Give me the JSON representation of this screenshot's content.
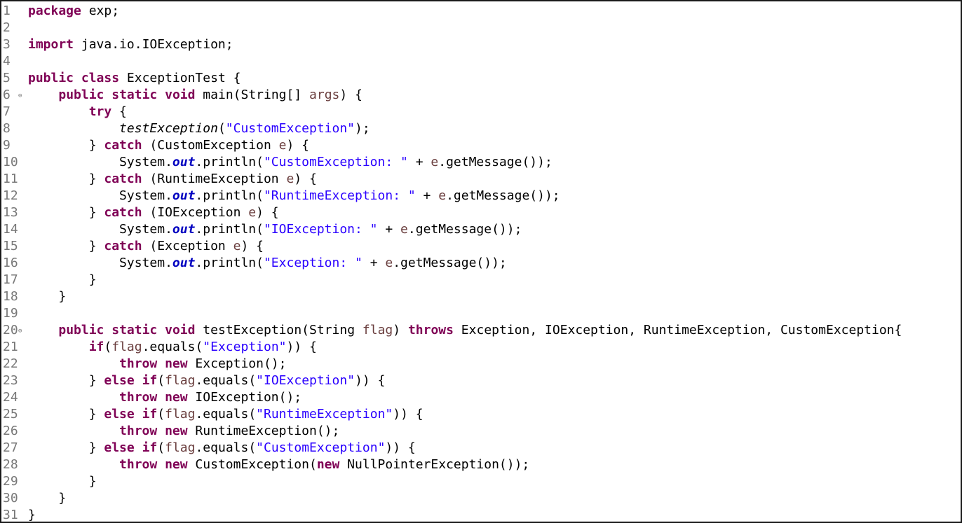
{
  "editor": {
    "fold_marker": "⊖",
    "lines": [
      {
        "n": "1",
        "fold": false,
        "tokens": [
          {
            "t": "kw",
            "v": "package"
          },
          {
            "t": "p",
            "v": " exp;"
          }
        ]
      },
      {
        "n": "2",
        "fold": false,
        "tokens": []
      },
      {
        "n": "3",
        "fold": false,
        "tokens": [
          {
            "t": "kw",
            "v": "import"
          },
          {
            "t": "p",
            "v": " java.io.IOException;"
          }
        ]
      },
      {
        "n": "4",
        "fold": false,
        "tokens": []
      },
      {
        "n": "5",
        "fold": false,
        "tokens": [
          {
            "t": "kw",
            "v": "public"
          },
          {
            "t": "p",
            "v": " "
          },
          {
            "t": "kw",
            "v": "class"
          },
          {
            "t": "p",
            "v": " ExceptionTest {"
          }
        ]
      },
      {
        "n": "6",
        "fold": true,
        "tokens": [
          {
            "t": "p",
            "v": "    "
          },
          {
            "t": "kw",
            "v": "public"
          },
          {
            "t": "p",
            "v": " "
          },
          {
            "t": "kw",
            "v": "static"
          },
          {
            "t": "p",
            "v": " "
          },
          {
            "t": "kw",
            "v": "void"
          },
          {
            "t": "p",
            "v": " main(String[] "
          },
          {
            "t": "param",
            "v": "args"
          },
          {
            "t": "p",
            "v": ") {"
          }
        ]
      },
      {
        "n": "7",
        "fold": false,
        "tokens": [
          {
            "t": "p",
            "v": "        "
          },
          {
            "t": "kw",
            "v": "try"
          },
          {
            "t": "p",
            "v": " {"
          }
        ]
      },
      {
        "n": "8",
        "fold": false,
        "tokens": [
          {
            "t": "p",
            "v": "            "
          },
          {
            "t": "ital",
            "v": "testException"
          },
          {
            "t": "p",
            "v": "("
          },
          {
            "t": "str",
            "v": "\"CustomException\""
          },
          {
            "t": "p",
            "v": ");"
          }
        ]
      },
      {
        "n": "9",
        "fold": false,
        "tokens": [
          {
            "t": "p",
            "v": "        } "
          },
          {
            "t": "kw",
            "v": "catch"
          },
          {
            "t": "p",
            "v": " (CustomException "
          },
          {
            "t": "param",
            "v": "e"
          },
          {
            "t": "p",
            "v": ") {"
          }
        ]
      },
      {
        "n": "10",
        "fold": false,
        "tokens": [
          {
            "t": "p",
            "v": "            System."
          },
          {
            "t": "field",
            "v": "out"
          },
          {
            "t": "p",
            "v": ".println("
          },
          {
            "t": "str",
            "v": "\"CustomException: \""
          },
          {
            "t": "p",
            "v": " + "
          },
          {
            "t": "param",
            "v": "e"
          },
          {
            "t": "p",
            "v": ".getMessage());"
          }
        ]
      },
      {
        "n": "11",
        "fold": false,
        "tokens": [
          {
            "t": "p",
            "v": "        } "
          },
          {
            "t": "kw",
            "v": "catch"
          },
          {
            "t": "p",
            "v": " (RuntimeException "
          },
          {
            "t": "param",
            "v": "e"
          },
          {
            "t": "p",
            "v": ") {"
          }
        ]
      },
      {
        "n": "12",
        "fold": false,
        "tokens": [
          {
            "t": "p",
            "v": "            System."
          },
          {
            "t": "field",
            "v": "out"
          },
          {
            "t": "p",
            "v": ".println("
          },
          {
            "t": "str",
            "v": "\"RuntimeException: \""
          },
          {
            "t": "p",
            "v": " + "
          },
          {
            "t": "param",
            "v": "e"
          },
          {
            "t": "p",
            "v": ".getMessage());"
          }
        ]
      },
      {
        "n": "13",
        "fold": false,
        "tokens": [
          {
            "t": "p",
            "v": "        } "
          },
          {
            "t": "kw",
            "v": "catch"
          },
          {
            "t": "p",
            "v": " (IOException "
          },
          {
            "t": "param",
            "v": "e"
          },
          {
            "t": "p",
            "v": ") {"
          }
        ]
      },
      {
        "n": "14",
        "fold": false,
        "tokens": [
          {
            "t": "p",
            "v": "            System."
          },
          {
            "t": "field",
            "v": "out"
          },
          {
            "t": "p",
            "v": ".println("
          },
          {
            "t": "str",
            "v": "\"IOException: \""
          },
          {
            "t": "p",
            "v": " + "
          },
          {
            "t": "param",
            "v": "e"
          },
          {
            "t": "p",
            "v": ".getMessage());"
          }
        ]
      },
      {
        "n": "15",
        "fold": false,
        "tokens": [
          {
            "t": "p",
            "v": "        } "
          },
          {
            "t": "kw",
            "v": "catch"
          },
          {
            "t": "p",
            "v": " (Exception "
          },
          {
            "t": "param",
            "v": "e"
          },
          {
            "t": "p",
            "v": ") {"
          }
        ]
      },
      {
        "n": "16",
        "fold": false,
        "tokens": [
          {
            "t": "p",
            "v": "            System."
          },
          {
            "t": "field",
            "v": "out"
          },
          {
            "t": "p",
            "v": ".println("
          },
          {
            "t": "str",
            "v": "\"Exception: \""
          },
          {
            "t": "p",
            "v": " + "
          },
          {
            "t": "param",
            "v": "e"
          },
          {
            "t": "p",
            "v": ".getMessage());"
          }
        ]
      },
      {
        "n": "17",
        "fold": false,
        "tokens": [
          {
            "t": "p",
            "v": "        }"
          }
        ]
      },
      {
        "n": "18",
        "fold": false,
        "tokens": [
          {
            "t": "p",
            "v": "    }"
          }
        ]
      },
      {
        "n": "19",
        "fold": false,
        "tokens": []
      },
      {
        "n": "20",
        "fold": true,
        "tokens": [
          {
            "t": "p",
            "v": "    "
          },
          {
            "t": "kw",
            "v": "public"
          },
          {
            "t": "p",
            "v": " "
          },
          {
            "t": "kw",
            "v": "static"
          },
          {
            "t": "p",
            "v": " "
          },
          {
            "t": "kw",
            "v": "void"
          },
          {
            "t": "p",
            "v": " testException(String "
          },
          {
            "t": "param",
            "v": "flag"
          },
          {
            "t": "p",
            "v": ") "
          },
          {
            "t": "kw",
            "v": "throws"
          },
          {
            "t": "p",
            "v": " Exception, IOException, RuntimeException, CustomException{"
          }
        ]
      },
      {
        "n": "21",
        "fold": false,
        "tokens": [
          {
            "t": "p",
            "v": "        "
          },
          {
            "t": "kw",
            "v": "if"
          },
          {
            "t": "p",
            "v": "("
          },
          {
            "t": "param",
            "v": "flag"
          },
          {
            "t": "p",
            "v": ".equals("
          },
          {
            "t": "str",
            "v": "\"Exception\""
          },
          {
            "t": "p",
            "v": ")) {"
          }
        ]
      },
      {
        "n": "22",
        "fold": false,
        "tokens": [
          {
            "t": "p",
            "v": "            "
          },
          {
            "t": "kw",
            "v": "throw"
          },
          {
            "t": "p",
            "v": " "
          },
          {
            "t": "kw",
            "v": "new"
          },
          {
            "t": "p",
            "v": " Exception();"
          }
        ]
      },
      {
        "n": "23",
        "fold": false,
        "tokens": [
          {
            "t": "p",
            "v": "        } "
          },
          {
            "t": "kw",
            "v": "else"
          },
          {
            "t": "p",
            "v": " "
          },
          {
            "t": "kw",
            "v": "if"
          },
          {
            "t": "p",
            "v": "("
          },
          {
            "t": "param",
            "v": "flag"
          },
          {
            "t": "p",
            "v": ".equals("
          },
          {
            "t": "str",
            "v": "\"IOException\""
          },
          {
            "t": "p",
            "v": ")) {"
          }
        ]
      },
      {
        "n": "24",
        "fold": false,
        "tokens": [
          {
            "t": "p",
            "v": "            "
          },
          {
            "t": "kw",
            "v": "throw"
          },
          {
            "t": "p",
            "v": " "
          },
          {
            "t": "kw",
            "v": "new"
          },
          {
            "t": "p",
            "v": " IOException();"
          }
        ]
      },
      {
        "n": "25",
        "fold": false,
        "tokens": [
          {
            "t": "p",
            "v": "        } "
          },
          {
            "t": "kw",
            "v": "else"
          },
          {
            "t": "p",
            "v": " "
          },
          {
            "t": "kw",
            "v": "if"
          },
          {
            "t": "p",
            "v": "("
          },
          {
            "t": "param",
            "v": "flag"
          },
          {
            "t": "p",
            "v": ".equals("
          },
          {
            "t": "str",
            "v": "\"RuntimeException\""
          },
          {
            "t": "p",
            "v": ")) {"
          }
        ]
      },
      {
        "n": "26",
        "fold": false,
        "tokens": [
          {
            "t": "p",
            "v": "            "
          },
          {
            "t": "kw",
            "v": "throw"
          },
          {
            "t": "p",
            "v": " "
          },
          {
            "t": "kw",
            "v": "new"
          },
          {
            "t": "p",
            "v": " RuntimeException();"
          }
        ]
      },
      {
        "n": "27",
        "fold": false,
        "tokens": [
          {
            "t": "p",
            "v": "        } "
          },
          {
            "t": "kw",
            "v": "else"
          },
          {
            "t": "p",
            "v": " "
          },
          {
            "t": "kw",
            "v": "if"
          },
          {
            "t": "p",
            "v": "("
          },
          {
            "t": "param",
            "v": "flag"
          },
          {
            "t": "p",
            "v": ".equals("
          },
          {
            "t": "str",
            "v": "\"CustomException\""
          },
          {
            "t": "p",
            "v": ")) {"
          }
        ]
      },
      {
        "n": "28",
        "fold": false,
        "tokens": [
          {
            "t": "p",
            "v": "            "
          },
          {
            "t": "kw",
            "v": "throw"
          },
          {
            "t": "p",
            "v": " "
          },
          {
            "t": "kw",
            "v": "new"
          },
          {
            "t": "p",
            "v": " CustomException("
          },
          {
            "t": "kw",
            "v": "new"
          },
          {
            "t": "p",
            "v": " NullPointerException());"
          }
        ]
      },
      {
        "n": "29",
        "fold": false,
        "tokens": [
          {
            "t": "p",
            "v": "        }"
          }
        ]
      },
      {
        "n": "30",
        "fold": false,
        "tokens": [
          {
            "t": "p",
            "v": "    }"
          }
        ]
      },
      {
        "n": "31",
        "fold": false,
        "tokens": [
          {
            "t": "p",
            "v": "}"
          }
        ]
      }
    ]
  }
}
